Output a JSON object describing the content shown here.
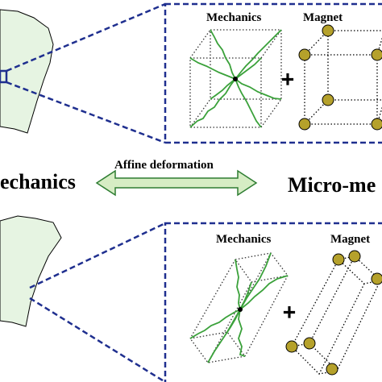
{
  "colors": {
    "frame": "#1f2f8f",
    "region_fill": "#e6f4e2",
    "spring": "#3aa13a",
    "node": "#b5a12b",
    "arrow_fill": "#d6edc4",
    "arrow_stroke": "#2e7d32"
  },
  "left_label": "echanics",
  "right_label": "Micro-me",
  "arrow_label": "Affine deformation",
  "top_panel": {
    "mechanics_label": "Mechanics",
    "magnetics_label": "Magnet",
    "plus": "+"
  },
  "bottom_panel": {
    "mechanics_label": "Mechanics",
    "magnetics_label": "Magnet",
    "plus": "+"
  }
}
